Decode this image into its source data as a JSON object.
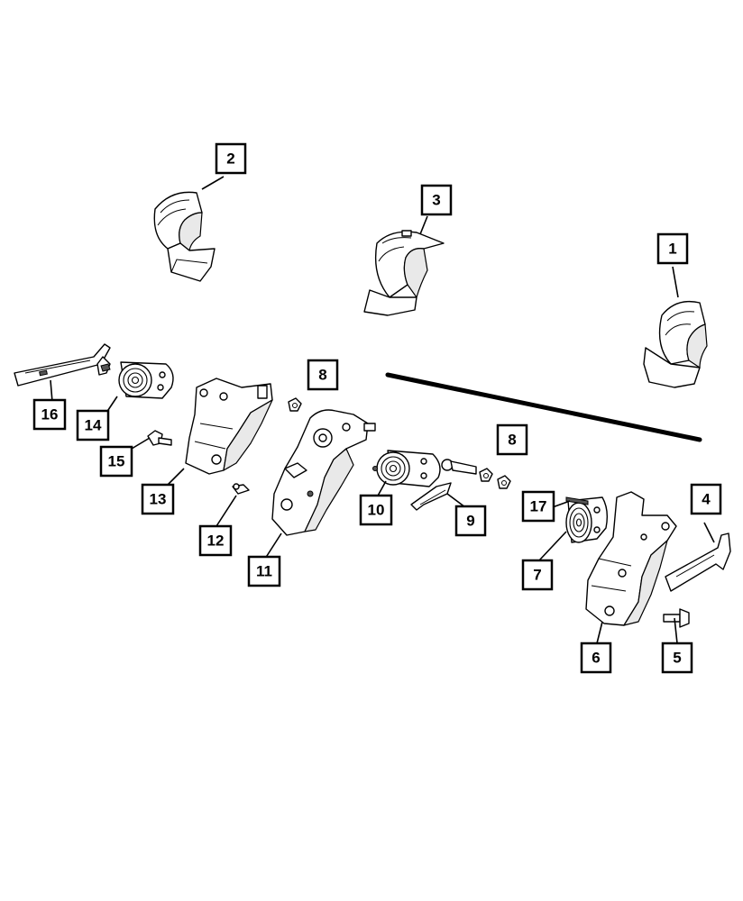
{
  "diagram": {
    "callouts": [
      {
        "id": "c1",
        "label": "1"
      },
      {
        "id": "c2",
        "label": "2"
      },
      {
        "id": "c3",
        "label": "3"
      },
      {
        "id": "c4",
        "label": "4"
      },
      {
        "id": "c5",
        "label": "5"
      },
      {
        "id": "c6",
        "label": "6"
      },
      {
        "id": "c7",
        "label": "7"
      },
      {
        "id": "c8a",
        "label": "8"
      },
      {
        "id": "c8b",
        "label": "8"
      },
      {
        "id": "c9",
        "label": "9"
      },
      {
        "id": "c10",
        "label": "10"
      },
      {
        "id": "c11",
        "label": "11"
      },
      {
        "id": "c12",
        "label": "12"
      },
      {
        "id": "c13",
        "label": "13"
      },
      {
        "id": "c14",
        "label": "14"
      },
      {
        "id": "c15",
        "label": "15"
      },
      {
        "id": "c16",
        "label": "16"
      },
      {
        "id": "c17",
        "label": "17"
      }
    ]
  }
}
